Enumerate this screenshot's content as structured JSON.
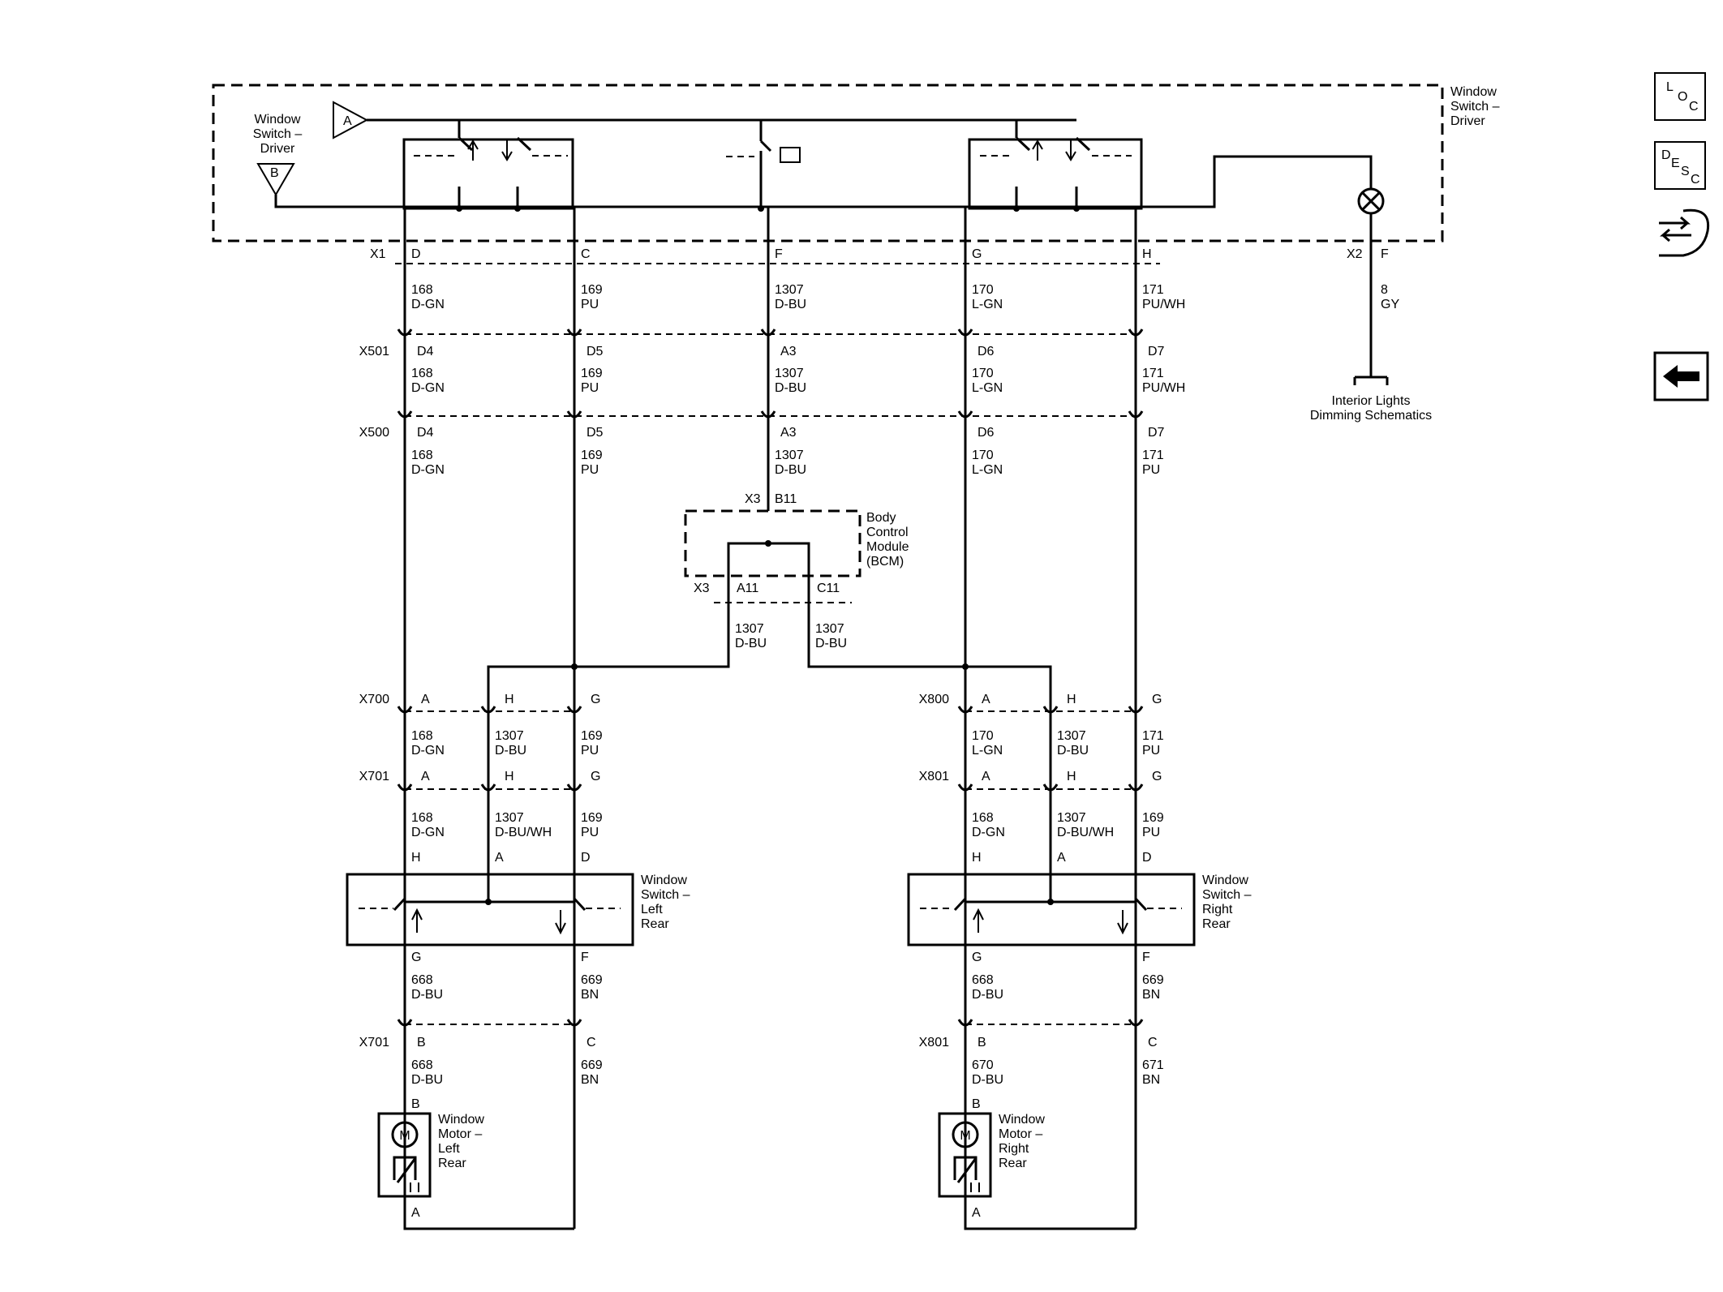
{
  "components": {
    "driver_switch": [
      "Window",
      "Switch –",
      "Driver"
    ],
    "driver_switch_left": [
      "Window",
      "Switch –",
      "Driver"
    ],
    "bcm": [
      "Body",
      "Control",
      "Module",
      "(BCM)"
    ],
    "left_switch": [
      "Window",
      "Switch –",
      "Left",
      "Rear"
    ],
    "right_switch": [
      "Window",
      "Switch –",
      "Right",
      "Rear"
    ],
    "left_motor": [
      "Window",
      "Motor –",
      "Left",
      "Rear"
    ],
    "right_motor": [
      "Window",
      "Motor –",
      "Right",
      "Rear"
    ],
    "dimming_ref": [
      "Interior Lights",
      "Dimming Schematics"
    ],
    "motor_symbol": "M"
  },
  "offpage": {
    "a": "A",
    "b": "B"
  },
  "connectors": {
    "x1": "X1",
    "x2": "X2",
    "x3": "X3",
    "x500": "X500",
    "x501": "X501",
    "x700": "X700",
    "x701": "X701",
    "x800": "X800",
    "x801": "X801"
  },
  "pins": {
    "driver": [
      "D",
      "C",
      "F",
      "G",
      "H"
    ],
    "x2_pin": "F",
    "x501": [
      "D4",
      "D5",
      "A3",
      "D6",
      "D7"
    ],
    "x500": [
      "D4",
      "D5",
      "A3",
      "D6",
      "D7"
    ],
    "bcm_in": "B11",
    "bcm_out": [
      "A11",
      "C11"
    ],
    "x700": [
      "A",
      "H",
      "G"
    ],
    "x701": [
      "A",
      "H",
      "G"
    ],
    "x800": [
      "A",
      "H",
      "G"
    ],
    "x801": [
      "A",
      "H",
      "G"
    ],
    "switch_top": [
      "H",
      "A",
      "D"
    ],
    "switch_bottom": [
      "G",
      "F"
    ],
    "x701_low": [
      "B",
      "C"
    ],
    "x801_low": [
      "B",
      "C"
    ],
    "motor_top": "B",
    "motor_bottom": "A"
  },
  "wires": {
    "row1": [
      [
        "168",
        "D-GN"
      ],
      [
        "169",
        "PU"
      ],
      [
        "1307",
        "D-BU"
      ],
      [
        "170",
        "L-GN"
      ],
      [
        "171",
        "PU/WH"
      ]
    ],
    "x2_wire": [
      "8",
      "GY"
    ],
    "row2": [
      [
        "168",
        "D-GN"
      ],
      [
        "169",
        "PU"
      ],
      [
        "1307",
        "D-BU"
      ],
      [
        "170",
        "L-GN"
      ],
      [
        "171",
        "PU/WH"
      ]
    ],
    "row3": [
      [
        "168",
        "D-GN"
      ],
      [
        "169",
        "PU"
      ],
      [
        "1307",
        "D-BU"
      ],
      [
        "170",
        "L-GN"
      ],
      [
        "171",
        "PU"
      ]
    ],
    "bcm_out": [
      [
        "1307",
        "D-BU"
      ],
      [
        "1307",
        "D-BU"
      ]
    ],
    "left_mid": [
      [
        "168",
        "D-GN"
      ],
      [
        "1307",
        "D-BU"
      ],
      [
        "169",
        "PU"
      ]
    ],
    "right_mid": [
      [
        "170",
        "L-GN"
      ],
      [
        "1307",
        "D-BU"
      ],
      [
        "171",
        "PU"
      ]
    ],
    "left_low": [
      [
        "168",
        "D-GN"
      ],
      [
        "1307",
        "D-BU/WH"
      ],
      [
        "169",
        "PU"
      ]
    ],
    "right_low": [
      [
        "168",
        "D-GN"
      ],
      [
        "1307",
        "D-BU/WH"
      ],
      [
        "169",
        "PU"
      ]
    ],
    "left_sw_out": [
      [
        "668",
        "D-BU"
      ],
      [
        "669",
        "BN"
      ]
    ],
    "right_sw_out": [
      [
        "668",
        "D-BU"
      ],
      [
        "669",
        "BN"
      ]
    ],
    "left_motor_in": [
      [
        "668",
        "D-BU"
      ],
      [
        "669",
        "BN"
      ]
    ],
    "right_motor_in": [
      [
        "670",
        "D-BU"
      ],
      [
        "671",
        "BN"
      ]
    ]
  },
  "nav_icons": {
    "loc": [
      "L",
      "O",
      "C"
    ],
    "desc": [
      "D",
      "E",
      "S",
      "C"
    ],
    "diag": "diagnostic-icon",
    "back": "back-arrow-icon"
  }
}
